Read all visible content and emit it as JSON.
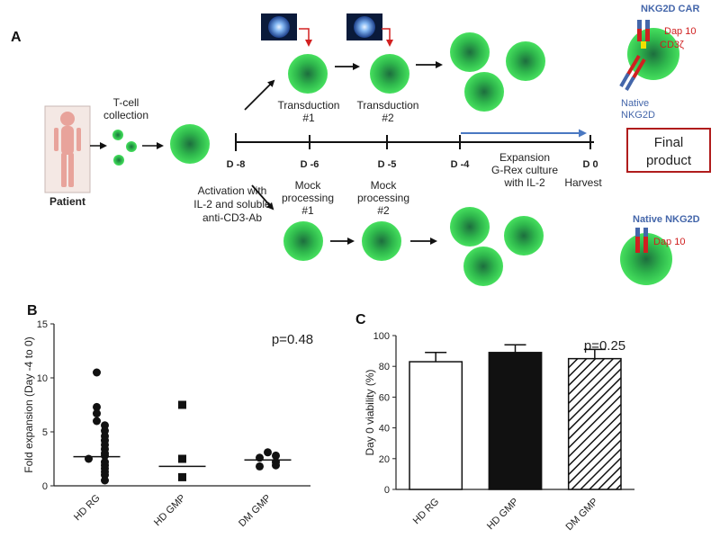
{
  "panel_a": {
    "letter": "A",
    "patient_label": "Patient",
    "collection_label": [
      "T-cell",
      "collection"
    ],
    "activation_label": [
      "Activation with",
      "IL-2 and soluble",
      "anti-CD3-Ab"
    ],
    "transduction_1": [
      "Transduction",
      "#1"
    ],
    "transduction_2": [
      "Transduction",
      "#2"
    ],
    "mock_1": [
      "Mock",
      "processing",
      "#1"
    ],
    "mock_2": [
      "Mock",
      "processing",
      "#2"
    ],
    "expansion_label": [
      "Expansion",
      "G-Rex culture",
      "with IL-2"
    ],
    "harvest_label": "Harvest",
    "timeline_days": [
      "D -8",
      "D -6",
      "D -5",
      "D -4",
      "D 0"
    ],
    "final_product": [
      "Final",
      "product"
    ],
    "car_labels": {
      "title": "NKG2D  CAR",
      "dap10": "Dap 10",
      "cd3z": "CD3ζ",
      "native": [
        "Native",
        "NKG2D"
      ]
    },
    "native_labels": {
      "title": "Native NKG2D",
      "dap10": "Dap 10"
    },
    "colors": {
      "cell_center": "#1d6e3e",
      "cell_edge": "#3ee05a",
      "arrow_red": "#d22020",
      "expansion_arrow": "#4a78c2",
      "final_box": "#b01c1c",
      "receptor_blue": "#4466aa",
      "receptor_red": "#d02020",
      "receptor_yellow": "#f2e000"
    }
  },
  "chart_data": [
    {
      "panel": "B",
      "type": "scatter",
      "ylabel": "Fold expansion  (Day -4 to 0)",
      "ylim": [
        0,
        15
      ],
      "yticks": [
        0,
        5,
        10,
        15
      ],
      "categories": [
        "HD RG",
        "HD GMP",
        "DM GMP"
      ],
      "annotation": "p=0.48",
      "series": [
        {
          "category": "HD RG",
          "marker": "circle",
          "median": 2.7,
          "values": [
            10.5,
            7.3,
            6.7,
            6.0,
            5.6,
            5.1,
            4.6,
            4.2,
            3.8,
            3.4,
            3.0,
            2.8,
            2.5,
            2.2,
            1.9,
            1.6,
            1.3,
            1.0,
            0.5
          ]
        },
        {
          "category": "HD GMP",
          "marker": "square",
          "median": 1.8,
          "values": [
            7.5,
            2.5,
            0.8
          ]
        },
        {
          "category": "DM GMP",
          "marker": "circle",
          "median": 2.4,
          "values": [
            3.1,
            2.8,
            2.6,
            2.2,
            1.9,
            1.8
          ]
        }
      ]
    },
    {
      "panel": "C",
      "type": "bar",
      "ylabel": "Day 0 viability (%)",
      "ylim": [
        0,
        100
      ],
      "yticks": [
        0,
        20,
        40,
        60,
        80,
        100
      ],
      "categories": [
        "HD RG",
        "HD GMP",
        "DM GMP"
      ],
      "values": [
        83,
        89,
        85
      ],
      "errors": [
        6,
        5,
        6
      ],
      "fills": [
        "white",
        "black",
        "hatch"
      ],
      "annotation": "p=0.25"
    }
  ]
}
